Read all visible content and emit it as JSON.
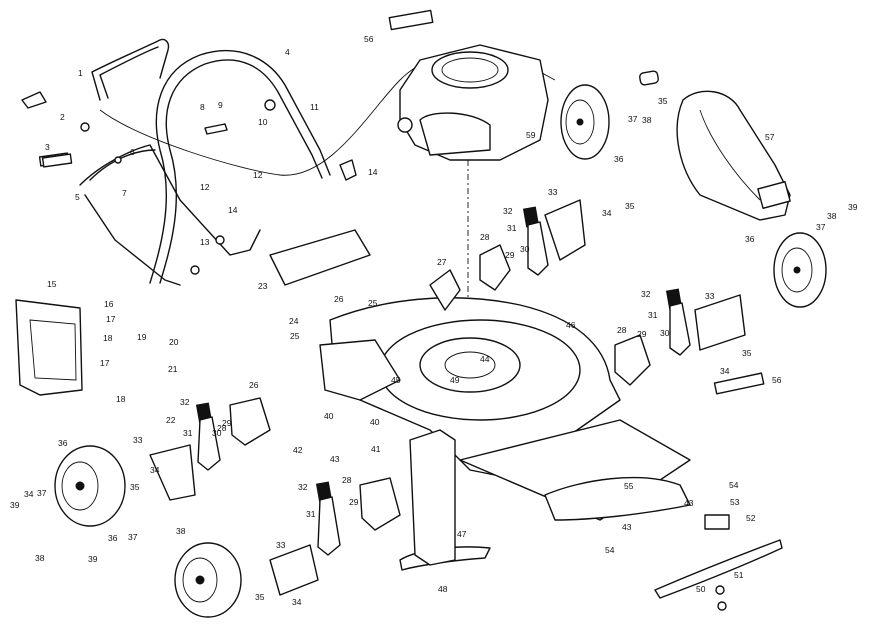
{
  "diagram": {
    "callouts": [
      {
        "id": "c1",
        "text": "1"
      },
      {
        "id": "c2",
        "text": "2"
      },
      {
        "id": "c3",
        "text": "3"
      },
      {
        "id": "c4",
        "text": "4"
      },
      {
        "id": "c5",
        "text": "5"
      },
      {
        "id": "c6",
        "text": "6"
      },
      {
        "id": "c7",
        "text": "7"
      },
      {
        "id": "c8",
        "text": "8"
      },
      {
        "id": "c9",
        "text": "9"
      },
      {
        "id": "c10",
        "text": "10"
      },
      {
        "id": "c11",
        "text": "11"
      },
      {
        "id": "c12a",
        "text": "12"
      },
      {
        "id": "c12b",
        "text": "12"
      },
      {
        "id": "c13",
        "text": "13"
      },
      {
        "id": "c14a",
        "text": "14"
      },
      {
        "id": "c14b",
        "text": "14"
      },
      {
        "id": "c15",
        "text": "15"
      },
      {
        "id": "c16",
        "text": "16"
      },
      {
        "id": "c17a",
        "text": "17"
      },
      {
        "id": "c17b",
        "text": "17"
      },
      {
        "id": "c18a",
        "text": "18"
      },
      {
        "id": "c18b",
        "text": "18"
      },
      {
        "id": "c19",
        "text": "19"
      },
      {
        "id": "c20",
        "text": "20"
      },
      {
        "id": "c21",
        "text": "21"
      },
      {
        "id": "c22",
        "text": "22"
      },
      {
        "id": "c23",
        "text": "23"
      },
      {
        "id": "c24",
        "text": "24"
      },
      {
        "id": "c25a",
        "text": "25"
      },
      {
        "id": "c25b",
        "text": "25"
      },
      {
        "id": "c26a",
        "text": "26"
      },
      {
        "id": "c26b",
        "text": "26"
      },
      {
        "id": "c27",
        "text": "27"
      },
      {
        "id": "c28a",
        "text": "28"
      },
      {
        "id": "c28b",
        "text": "28"
      },
      {
        "id": "c28c",
        "text": "28"
      },
      {
        "id": "c28d",
        "text": "28"
      },
      {
        "id": "c29a",
        "text": "29"
      },
      {
        "id": "c29b",
        "text": "29"
      },
      {
        "id": "c29c",
        "text": "29"
      },
      {
        "id": "c29d",
        "text": "29"
      },
      {
        "id": "c30a",
        "text": "30"
      },
      {
        "id": "c30b",
        "text": "30"
      },
      {
        "id": "c30c",
        "text": "30"
      },
      {
        "id": "c31a",
        "text": "31"
      },
      {
        "id": "c31b",
        "text": "31"
      },
      {
        "id": "c31c",
        "text": "31"
      },
      {
        "id": "c31d",
        "text": "31"
      },
      {
        "id": "c32a",
        "text": "32"
      },
      {
        "id": "c32b",
        "text": "32"
      },
      {
        "id": "c32c",
        "text": "32"
      },
      {
        "id": "c32d",
        "text": "32"
      },
      {
        "id": "c33a",
        "text": "33"
      },
      {
        "id": "c33b",
        "text": "33"
      },
      {
        "id": "c33c",
        "text": "33"
      },
      {
        "id": "c33d",
        "text": "33"
      },
      {
        "id": "c34a",
        "text": "34"
      },
      {
        "id": "c34b",
        "text": "34"
      },
      {
        "id": "c34c",
        "text": "34"
      },
      {
        "id": "c34d",
        "text": "34"
      },
      {
        "id": "c34e",
        "text": "34"
      },
      {
        "id": "c35a",
        "text": "35"
      },
      {
        "id": "c35b",
        "text": "35"
      },
      {
        "id": "c35c",
        "text": "35"
      },
      {
        "id": "c35d",
        "text": "35"
      },
      {
        "id": "c35e",
        "text": "35"
      },
      {
        "id": "c36a",
        "text": "36"
      },
      {
        "id": "c36b",
        "text": "36"
      },
      {
        "id": "c36c",
        "text": "36"
      },
      {
        "id": "c36d",
        "text": "36"
      },
      {
        "id": "c37a",
        "text": "37"
      },
      {
        "id": "c37b",
        "text": "37"
      },
      {
        "id": "c37c",
        "text": "37"
      },
      {
        "id": "c37d",
        "text": "37"
      },
      {
        "id": "c38a",
        "text": "38"
      },
      {
        "id": "c38b",
        "text": "38"
      },
      {
        "id": "c38c",
        "text": "38"
      },
      {
        "id": "c38d",
        "text": "38"
      },
      {
        "id": "c39a",
        "text": "39"
      },
      {
        "id": "c39b",
        "text": "39"
      },
      {
        "id": "c39c",
        "text": "39"
      },
      {
        "id": "c40a",
        "text": "40"
      },
      {
        "id": "c40b",
        "text": "40"
      },
      {
        "id": "c41",
        "text": "41"
      },
      {
        "id": "c42",
        "text": "42"
      },
      {
        "id": "c43a",
        "text": "43"
      },
      {
        "id": "c43b",
        "text": "43"
      },
      {
        "id": "c43c",
        "text": "43"
      },
      {
        "id": "c44",
        "text": "44"
      },
      {
        "id": "c45",
        "text": "45"
      },
      {
        "id": "c46",
        "text": "46"
      },
      {
        "id": "c47",
        "text": "47"
      },
      {
        "id": "c48",
        "text": "48"
      },
      {
        "id": "c49",
        "text": "49"
      },
      {
        "id": "c50",
        "text": "50"
      },
      {
        "id": "c51",
        "text": "51"
      },
      {
        "id": "c52",
        "text": "52"
      },
      {
        "id": "c53",
        "text": "53"
      },
      {
        "id": "c54a",
        "text": "54"
      },
      {
        "id": "c54b",
        "text": "54"
      },
      {
        "id": "c55",
        "text": "55"
      },
      {
        "id": "c56a",
        "text": "56"
      },
      {
        "id": "c56b",
        "text": "56"
      },
      {
        "id": "c57",
        "text": "57"
      },
      {
        "id": "c59",
        "text": "59"
      }
    ]
  }
}
